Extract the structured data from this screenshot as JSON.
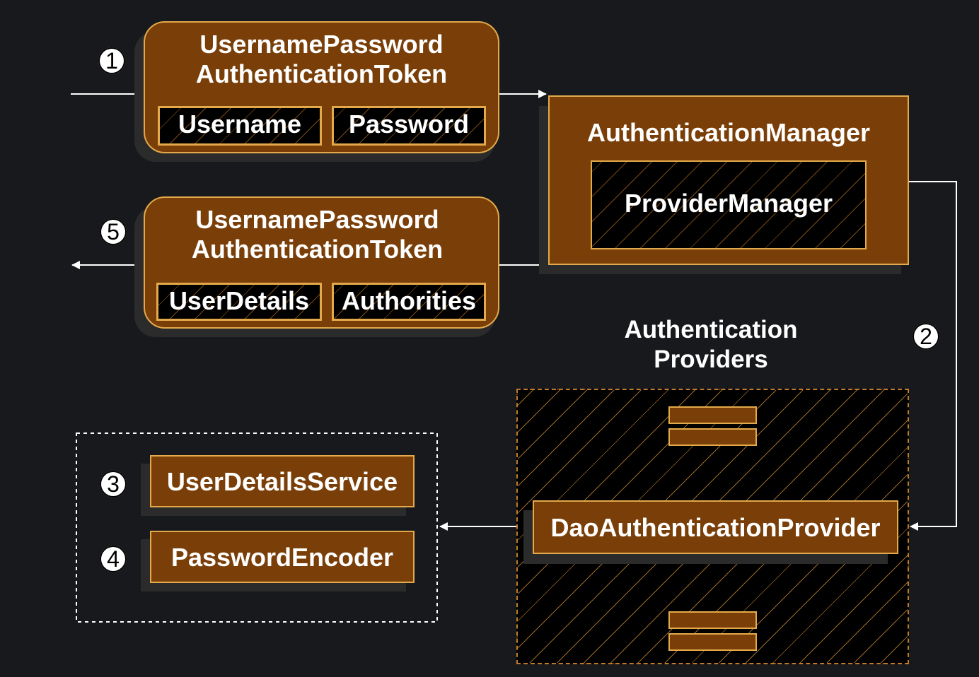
{
  "token_in": {
    "title_line1": "UsernamePassword",
    "title_line2": "AuthenticationToken",
    "field1": "Username",
    "field2": "Password"
  },
  "token_out": {
    "title_line1": "UsernamePassword",
    "title_line2": "AuthenticationToken",
    "field1": "UserDetails",
    "field2": "Authorities"
  },
  "manager": {
    "title": "AuthenticationManager",
    "inner": "ProviderManager"
  },
  "providers": {
    "label_line1": "Authentication",
    "label_line2": "Providers",
    "dao": "DaoAuthenticationProvider"
  },
  "services": {
    "user_details": "UserDetailsService",
    "encoder": "PasswordEncoder"
  },
  "steps": [
    "1",
    "2",
    "3",
    "4",
    "5"
  ],
  "colors": {
    "background": "#17191c",
    "box_fill": "#7a3f08",
    "box_border": "#e3a94a",
    "line": "#ffffff"
  }
}
